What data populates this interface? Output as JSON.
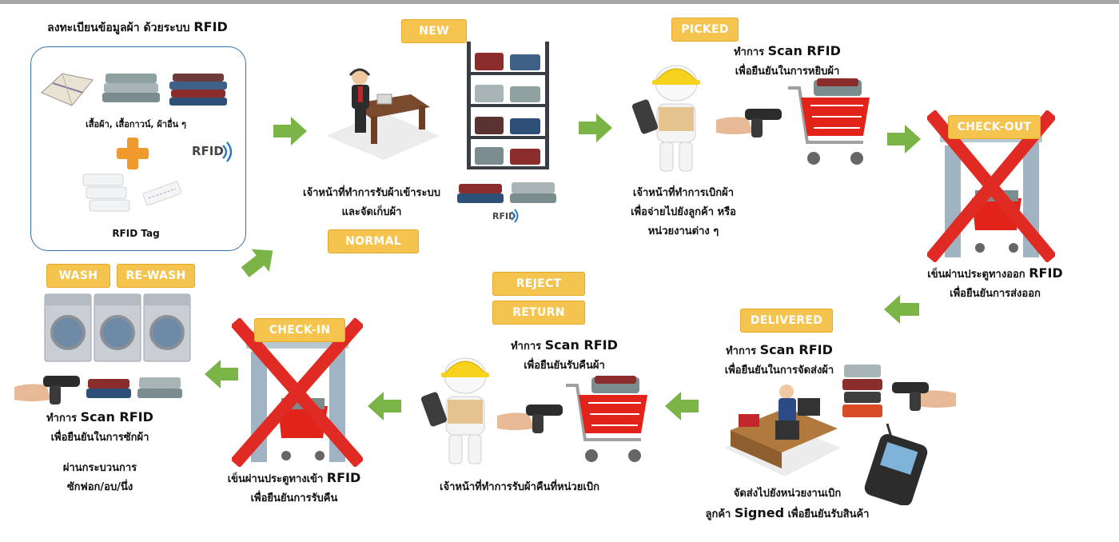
{
  "colors": {
    "badge_fill": "#f4c44e",
    "arrow_green": "#7bb446",
    "cross_red": "#e02b24",
    "box_border": "#3a6fa7",
    "cart_red": "#e2231a"
  },
  "registration": {
    "title_th": "ลงทะเบียนข้อมูลผ้า ด้วยระบบ",
    "title_rfid": "RFID",
    "clothes_caption": "เสื้อผ้า, เสื้อกาวน์, ผ้าอื่น ๆ",
    "rfid_logo": "RFID",
    "tag_caption": "RFID Tag"
  },
  "storage": {
    "badge_new": "NEW",
    "badge_normal": "NORMAL",
    "caption_line1": "เจ้าหน้าที่ทำการรับผ้าเข้าระบบ",
    "caption_line2": "และจัดเก็บผ้า",
    "rfid_logo": "RFID"
  },
  "picked": {
    "badge": "PICKED",
    "scan_prefix": "ทำการ",
    "scan_text": "Scan RFID",
    "scan_line2": "เพื่อยืนยันในการหยิบผ้า",
    "caption_line1": "เจ้าหน้าที่ทำการเบิกผ้า",
    "caption_line2": "เพื่อจ่ายไปยังลูกค้า หรือ",
    "caption_line3": "หน่วยงานต่าง ๆ"
  },
  "checkout": {
    "badge": "CHECK-OUT",
    "caption_line1_th": "เข็นผ่านประตูทางออก",
    "caption_line1_rfid": "RFID",
    "caption_line2": "เพื่อยืนยันการส่งออก"
  },
  "delivered": {
    "badge": "DELIVERED",
    "scan_prefix": "ทำการ",
    "scan_text": "Scan RFID",
    "scan_line2": "เพื่อยืนยันในการจัดส่งผ้า",
    "caption_line1": "จัดส่งไปยังหน่วยงานเบิก",
    "caption_line2_pre": "ลูกค้า",
    "caption_line2_signed": "Signed",
    "caption_line2_post": "เพื่อยืนยันรับสินค้า"
  },
  "return": {
    "badge_reject": "REJECT",
    "badge_return": "RETURN",
    "scan_prefix": "ทำการ",
    "scan_text": "Scan RFID",
    "scan_line2": "เพื่อยืนยันรับคืนผ้า",
    "caption": "เจ้าหน้าที่ทำการรับผ้าคืนที่หน่วยเบิก"
  },
  "checkin": {
    "badge": "CHECK-IN",
    "caption_line1_th": "เข็นผ่านประตูทางเข้า",
    "caption_line1_rfid": "RFID",
    "caption_line2": "เพื่อยืนยันการรับคืน"
  },
  "wash": {
    "badge_wash": "WASH",
    "badge_rewash": "RE-WASH",
    "scan_prefix": "ทำการ",
    "scan_text": "Scan RFID",
    "scan_line2": "เพื่อยืนยันในการซักผ้า",
    "process_line1": "ผ่านกระบวนการ",
    "process_line2": "ซักฟอก/อบ/นึ่ง"
  }
}
